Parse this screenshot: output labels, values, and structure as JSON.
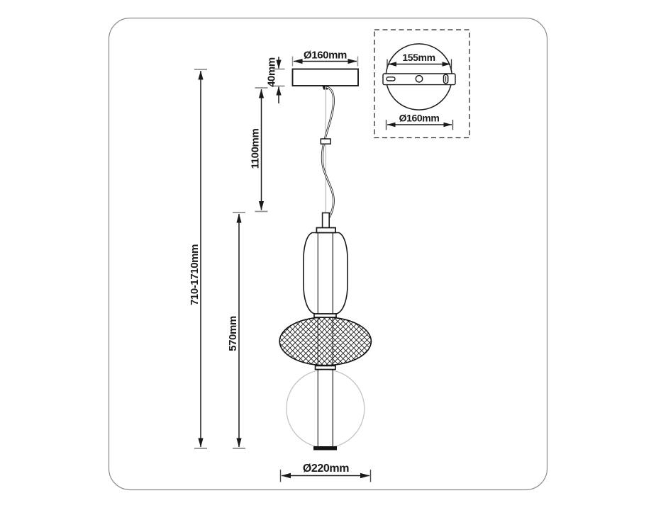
{
  "title": "Pendant lamp dimensional drawing",
  "labels": {
    "canopy_diameter": "Ø160mm",
    "canopy_height": "40mm",
    "cord_length": "1100mm",
    "overall_height": "710-1710mm",
    "body_height": "570mm",
    "body_diameter": "Ø220mm"
  },
  "inset": {
    "hole_spacing": "155mm",
    "plate_diameter": "Ø160mm"
  },
  "colors": {
    "line": "#1a1a1a",
    "tick_gray": "#8f8f8f",
    "light_gray": "#c4c4c4",
    "frame": "#8a8a8a",
    "background": "#ffffff"
  }
}
